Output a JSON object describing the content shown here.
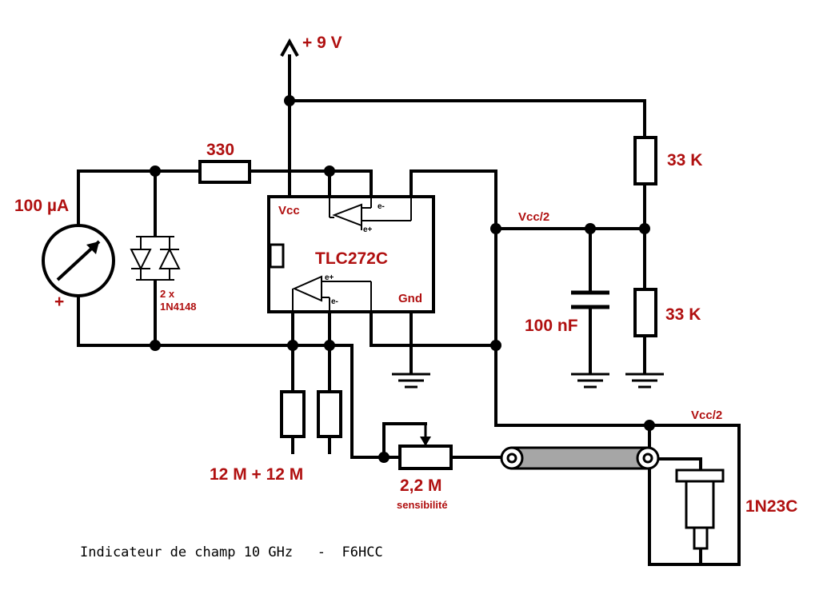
{
  "supply_label": "+ 9 V",
  "meter": {
    "value_label": "100 µA",
    "plus_sign": "+"
  },
  "diodes_label": {
    "line1": "2 x",
    "line2": "1N4148"
  },
  "resistor_input_label": "330",
  "ic": {
    "name": "TLC272C",
    "vcc_label": "Vcc",
    "gnd_label": "Gnd",
    "top_amp": {
      "minus": "e-",
      "plus": "e+"
    },
    "bottom_amp": {
      "plus": "e+",
      "minus": "e-"
    }
  },
  "bias": {
    "node_label": "Vcc/2",
    "upper_resistor": "33 K",
    "lower_resistor": "33 K",
    "capacitor": "100 nF"
  },
  "feedback_label": "12 M + 12 M",
  "pot": {
    "value": "2,2 M",
    "name": "sensibilité"
  },
  "detector": {
    "node_label": "Vcc/2",
    "diode": "1N23C"
  },
  "caption": "Indicateur de champ 10 GHz   -  F6HCC"
}
